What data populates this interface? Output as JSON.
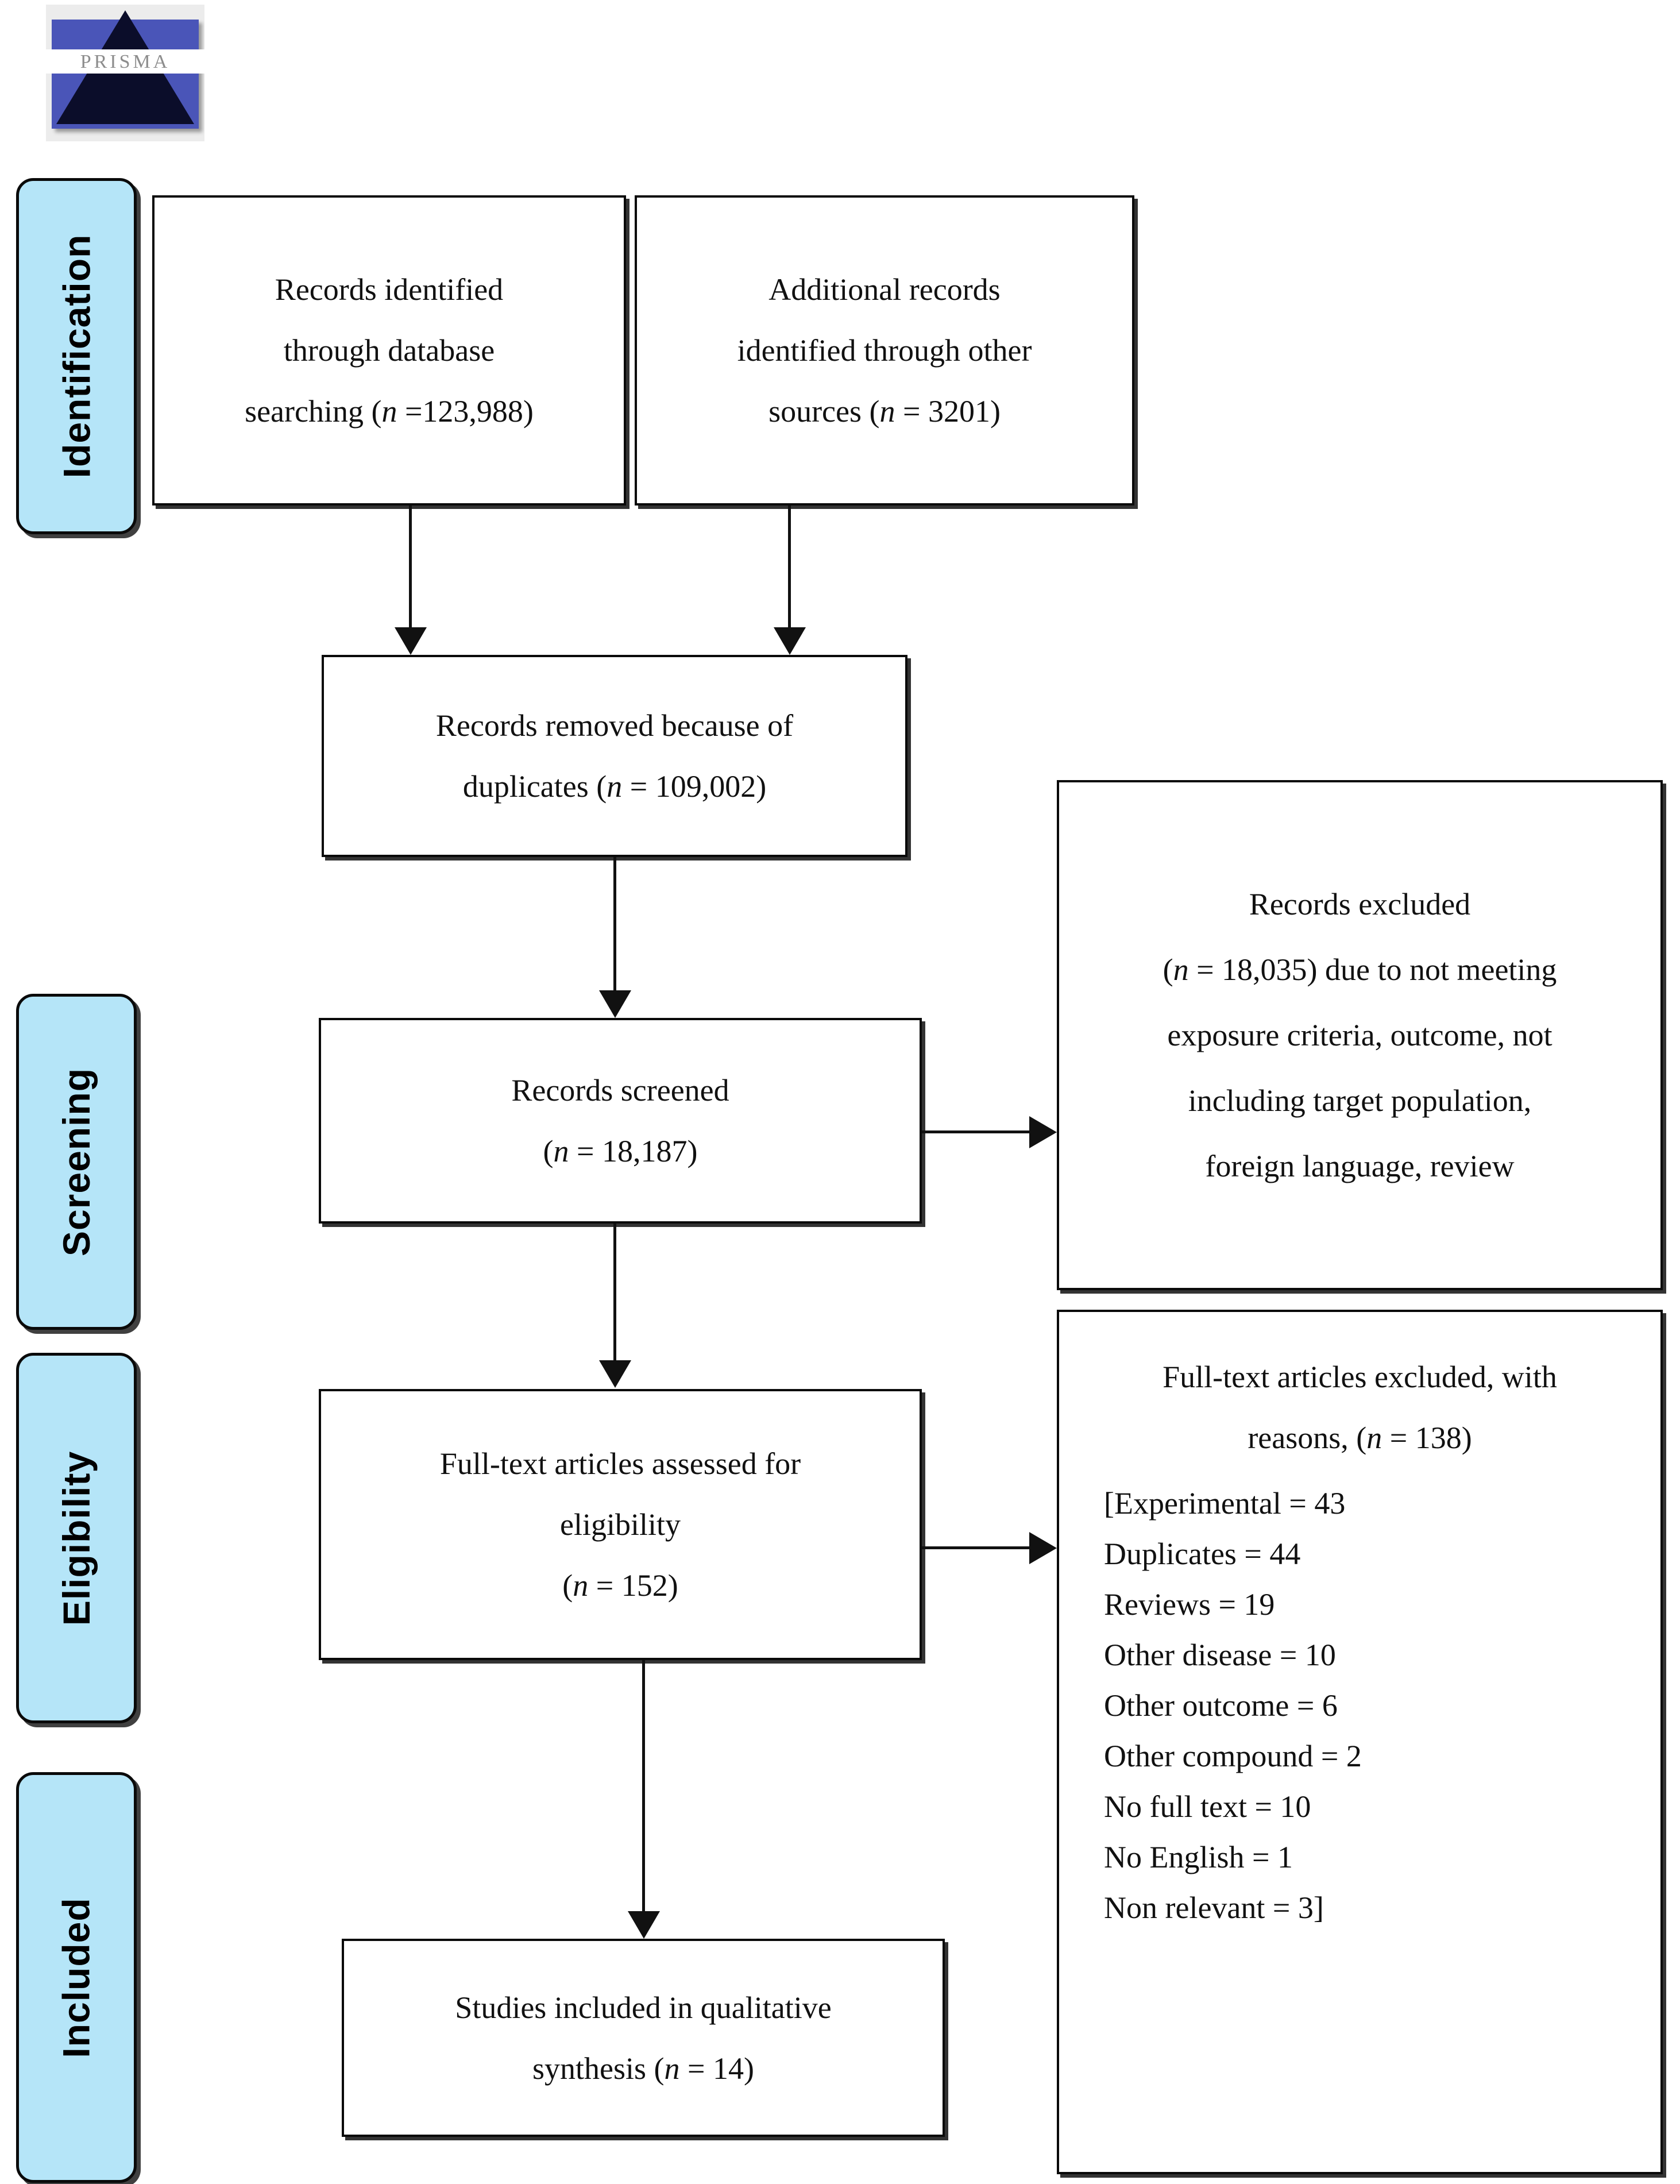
{
  "logo": {
    "alt": "PRISMA",
    "wordmark": "PRISMA"
  },
  "colors": {
    "phase_fill": "#b5e5f8",
    "border": "#0a0a0a",
    "text": "#111111",
    "box_fill": "#ffffff"
  },
  "phases": [
    {
      "label": "Identification"
    },
    {
      "label": "Screening"
    },
    {
      "label": "Eligibility"
    },
    {
      "label": "Included"
    }
  ],
  "boxes": {
    "records_identified": {
      "lines": [
        "Records identified",
        "through database",
        "searching (n =123,988)"
      ]
    },
    "additional_records": {
      "lines": [
        "Additional records",
        "identified through other",
        "sources (n = 3201)"
      ]
    },
    "duplicates_removed": {
      "lines": [
        "Records removed because of",
        "duplicates (n = 109,002)"
      ]
    },
    "records_screened": {
      "lines": [
        "Records screened",
        "(n = 18,187)"
      ]
    },
    "records_excluded": {
      "lines": [
        "Records excluded",
        "(n = 18,035) due to not meeting",
        "exposure criteria, outcome, not",
        "including target population,",
        "foreign language, review"
      ]
    },
    "fulltext_assessed": {
      "lines": [
        "Full-text articles assessed for",
        "eligibility",
        "(n = 152)"
      ]
    },
    "fulltext_excluded": {
      "header": [
        "Full-text articles excluded, with",
        "reasons, (n = 138)"
      ],
      "reasons": [
        "[Experimental = 43",
        "Duplicates = 44",
        "Reviews = 19",
        "Other disease = 10",
        "Other outcome = 6",
        "Other compound = 2",
        "No full text = 10",
        "No English = 1",
        "Non relevant = 3]"
      ]
    },
    "studies_included": {
      "lines": [
        "Studies included in qualitative",
        "synthesis (n = 14)"
      ]
    }
  },
  "chart_data": {
    "type": "diagram",
    "title": "PRISMA flow diagram",
    "nodes": [
      {
        "id": "records_identified",
        "phase": "Identification",
        "label": "Records identified through database searching",
        "n": 123988
      },
      {
        "id": "additional_records",
        "phase": "Identification",
        "label": "Additional records identified through other sources",
        "n": 3201
      },
      {
        "id": "duplicates_removed",
        "phase": "Identification",
        "label": "Records removed because of duplicates",
        "n": 109002
      },
      {
        "id": "records_screened",
        "phase": "Screening",
        "label": "Records screened",
        "n": 18187
      },
      {
        "id": "records_excluded",
        "phase": "Screening",
        "label": "Records excluded due to not meeting exposure criteria, outcome, not including target population, foreign language, review",
        "n": 18035
      },
      {
        "id": "fulltext_assessed",
        "phase": "Eligibility",
        "label": "Full-text articles assessed for eligibility",
        "n": 152
      },
      {
        "id": "fulltext_excluded",
        "phase": "Eligibility",
        "label": "Full-text articles excluded, with reasons",
        "n": 138,
        "breakdown": [
          {
            "reason": "Experimental",
            "n": 43
          },
          {
            "reason": "Duplicates",
            "n": 44
          },
          {
            "reason": "Reviews",
            "n": 19
          },
          {
            "reason": "Other disease",
            "n": 10
          },
          {
            "reason": "Other outcome",
            "n": 6
          },
          {
            "reason": "Other compound",
            "n": 2
          },
          {
            "reason": "No full text",
            "n": 10
          },
          {
            "reason": "No English",
            "n": 1
          },
          {
            "reason": "Non relevant",
            "n": 3
          }
        ]
      },
      {
        "id": "studies_included",
        "phase": "Included",
        "label": "Studies included in qualitative synthesis",
        "n": 14
      }
    ],
    "edges": [
      {
        "from": "records_identified",
        "to": "duplicates_removed"
      },
      {
        "from": "additional_records",
        "to": "duplicates_removed"
      },
      {
        "from": "duplicates_removed",
        "to": "records_screened"
      },
      {
        "from": "records_screened",
        "to": "records_excluded"
      },
      {
        "from": "records_screened",
        "to": "fulltext_assessed"
      },
      {
        "from": "fulltext_assessed",
        "to": "fulltext_excluded"
      },
      {
        "from": "fulltext_assessed",
        "to": "studies_included"
      }
    ]
  }
}
